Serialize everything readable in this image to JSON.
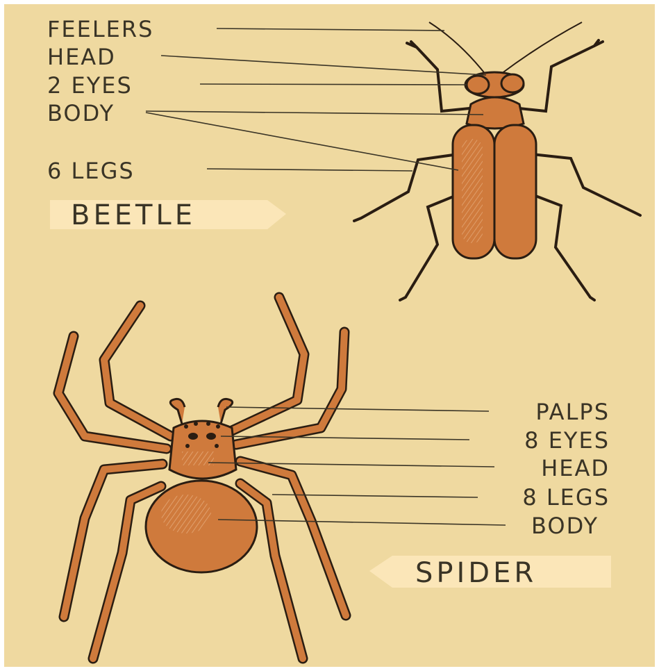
{
  "colors": {
    "background": "#efd9a0",
    "body_fill": "#cf7a3c",
    "outline": "#2a1d12",
    "banner": "#fbe6b8",
    "text": "#3a3426"
  },
  "beetle": {
    "title": "BEETLE",
    "labels": {
      "feelers": "FEELERS",
      "head": "HEAD",
      "eyes": "2 EYES",
      "body": "BODY",
      "legs": "6 LEGS"
    }
  },
  "spider": {
    "title": "SPIDER",
    "labels": {
      "palps": "PALPS",
      "eyes": "8 EYES",
      "head": "HEAD",
      "legs": "8 LEGS",
      "body": "BODY"
    }
  }
}
